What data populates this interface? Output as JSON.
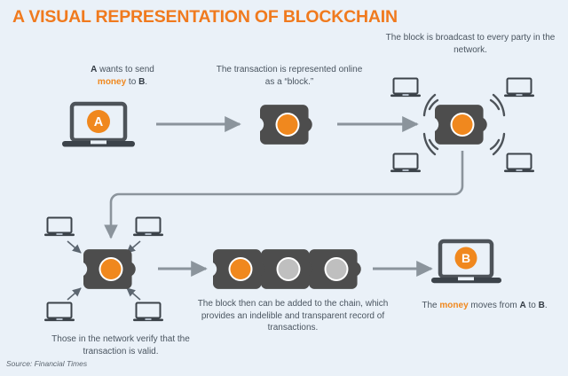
{
  "page": {
    "title": "A VISUAL REPRESENTATION OF BLOCKCHAIN",
    "source": "Source: Financial Times",
    "background_color": "#eaf1f8",
    "accent_color": "#f0881e",
    "block_color": "#4d4d4d",
    "text_color": "#4a5560"
  },
  "captions": {
    "sender": {
      "line1_prefix": "A",
      "line1_rest": " wants to send",
      "line2_money": "money",
      "line2_mid": " to ",
      "line2_b": "B",
      "line2_end": "."
    },
    "transaction": "The transaction is represented online as a “block.”",
    "broadcast": "The block is broadcast to every party in the network.",
    "verify": "Those in the network verify that the transaction is valid.",
    "chain": "The block then can be added to the chain, which provides an indelible and transparent record of transactions.",
    "money_moves": {
      "prefix": "The ",
      "money": "money",
      "mid": " moves from ",
      "a": "A",
      "mid2": " to ",
      "b": "B",
      "end": "."
    }
  },
  "nodes": {
    "laptop_a_label": "A",
    "laptop_b_label": "B",
    "block_single": {
      "circle_color": "#f0881e"
    },
    "block_broadcast": {
      "circle_color": "#f0881e"
    },
    "block_verify": {
      "circle_color": "#f0881e"
    },
    "chain_blocks": [
      {
        "circle_color": "#f0881e"
      },
      {
        "circle_color": "#bfbfbf"
      },
      {
        "circle_color": "#bfbfbf"
      }
    ],
    "network_laptops_broadcast": 4,
    "network_laptops_verify": 4
  }
}
